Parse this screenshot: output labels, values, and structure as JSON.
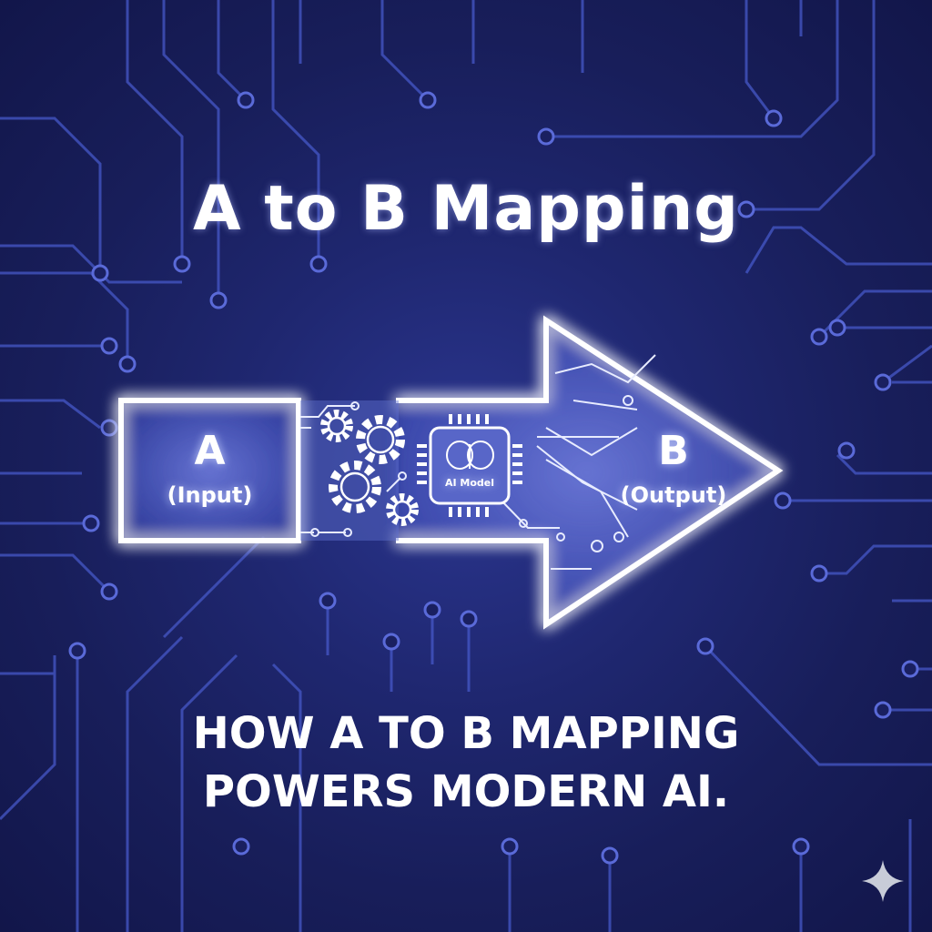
{
  "title": "A to B Mapping",
  "input_box": {
    "letter": "A",
    "label": "(Input)"
  },
  "model_chip": {
    "label": "AI Model"
  },
  "output": {
    "letter": "B",
    "label": "(Output)"
  },
  "subtitle": {
    "line1": "HOW A TO B MAPPING",
    "line2": "POWERS MODERN AI."
  },
  "icons": [
    "gear-icon",
    "brain-icon",
    "chip-icon",
    "sparkle-icon"
  ],
  "colors": {
    "background": "#1c2366",
    "circuit": "#4a5bd0",
    "glow": "#ffffff"
  }
}
